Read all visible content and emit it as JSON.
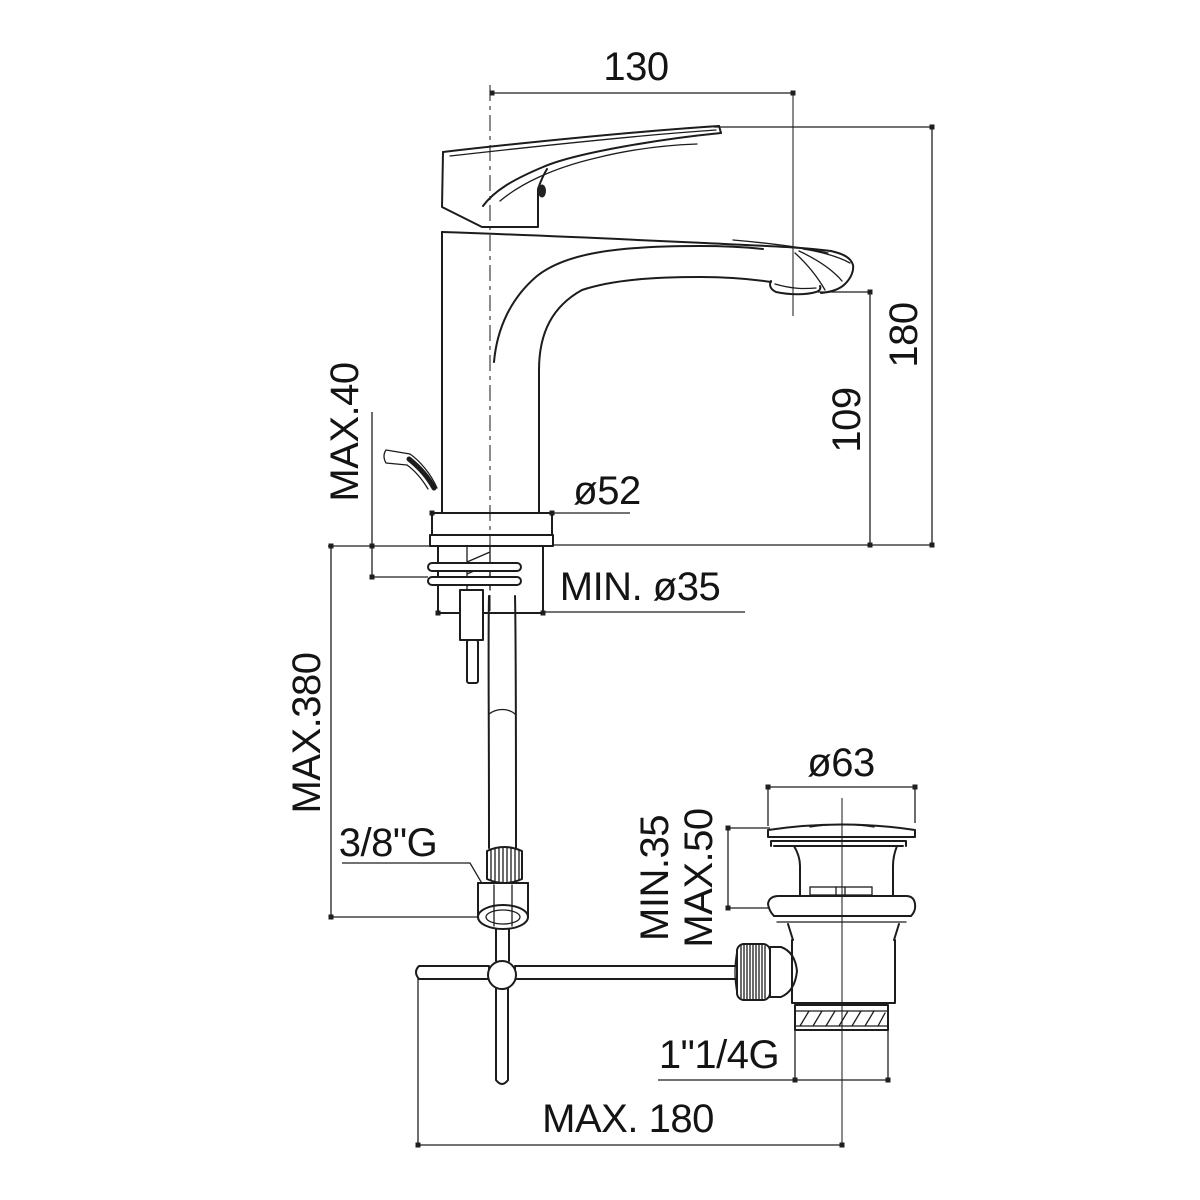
{
  "page": {
    "background": "#ffffff",
    "line_color": "#1c1c1c",
    "description": "Single-lever basin mixer faucet with pop-up waste - dimensional technical drawing"
  },
  "drawing": {
    "labels": {
      "top_width": "130",
      "total_height": "180",
      "spout_height": "109",
      "deck_thickness_max": "MAX.40",
      "base_diameter": "ø52",
      "hole_min_diameter": "MIN. ø35",
      "hose_length_max": "MAX.380",
      "supply_thread": "3/8\"G",
      "waste_flange_diameter": "ø63",
      "waste_deck_min": "MIN.35",
      "waste_deck_max": "MAX.50",
      "waste_thread": "1\"1/4G",
      "rod_reach_max": "MAX. 180"
    }
  }
}
